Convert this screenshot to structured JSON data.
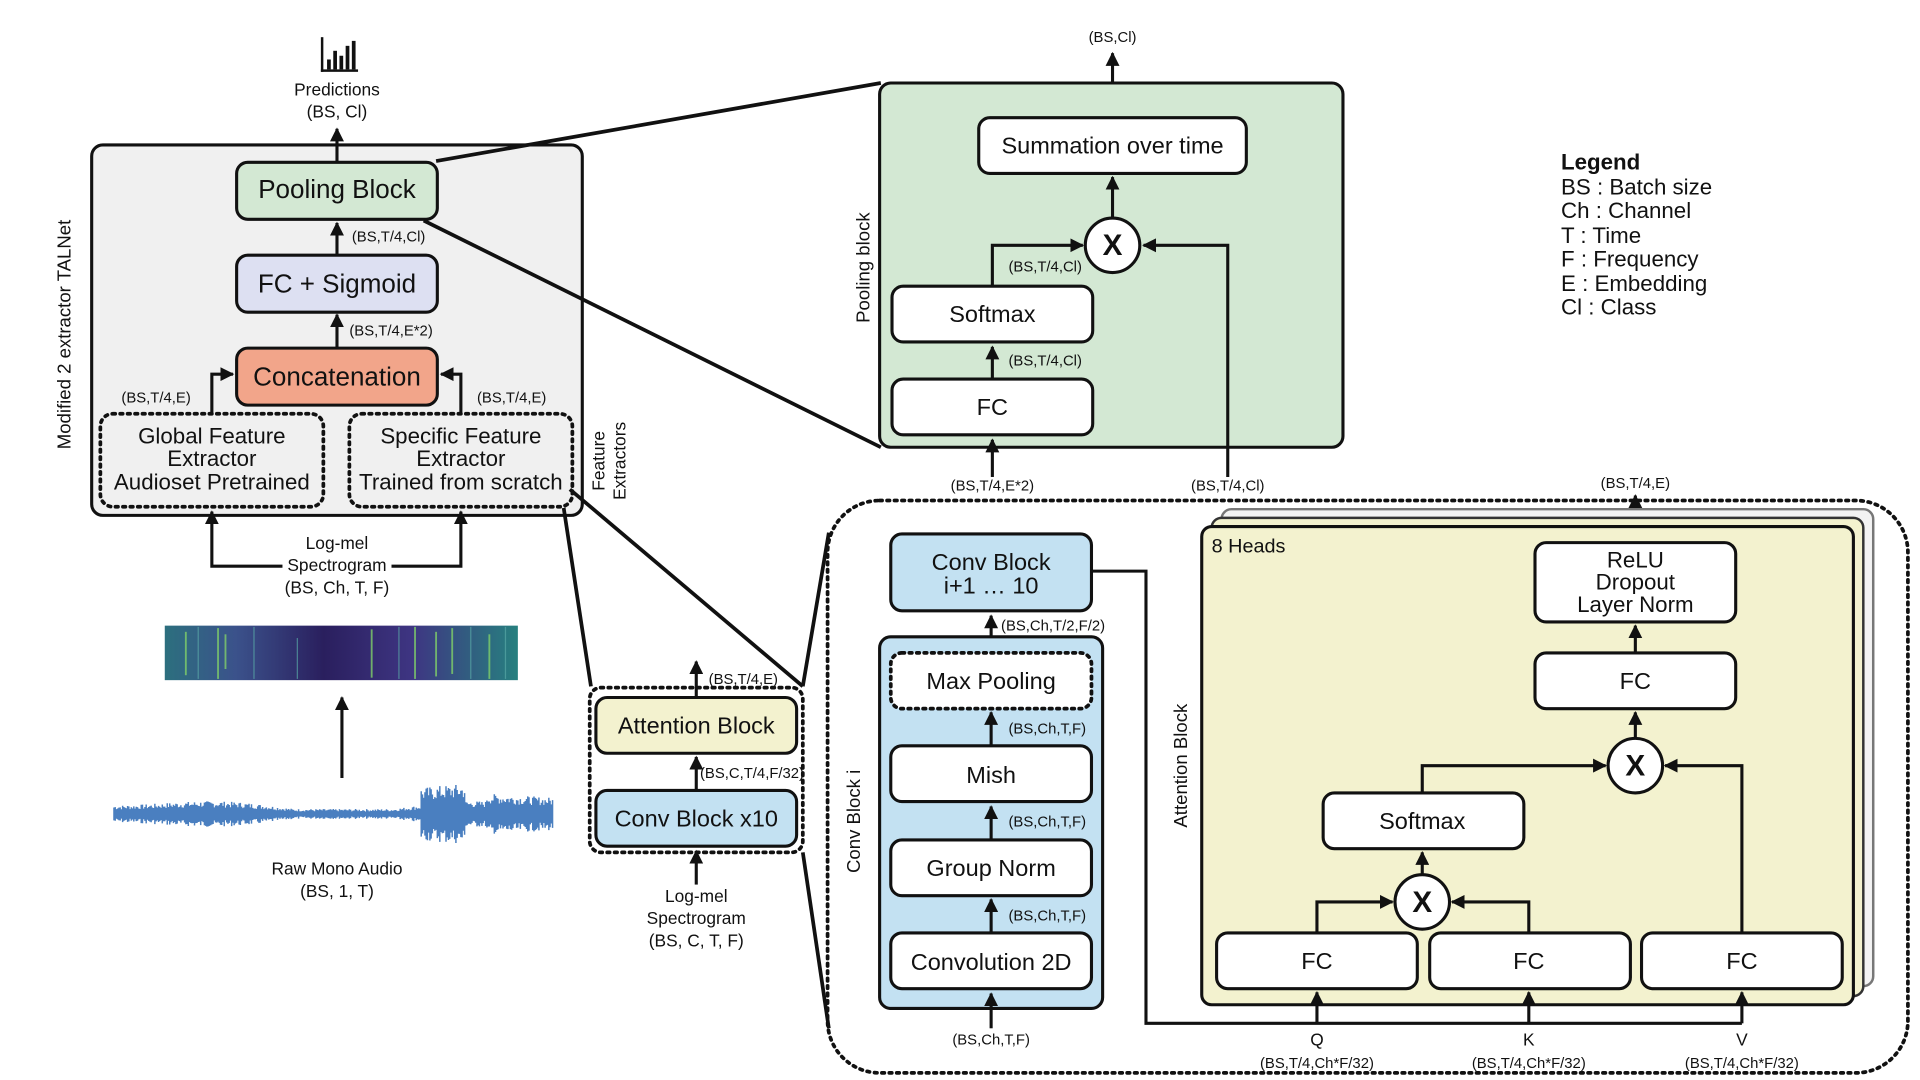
{
  "left": {
    "predictions_label": "Predictions",
    "predictions_shape": "(BS, Cl)",
    "panel_label": "Modified 2 extractor TALNet",
    "pooling_block": "Pooling Block",
    "shape_pool_in": "(BS,T/4,Cl)",
    "fc_sigmoid": "FC + Sigmoid",
    "shape_concat_out": "(BS,T/4,E*2)",
    "concatenation": "Concatenation",
    "shape_global_out": "(BS,T/4,E)",
    "shape_specific_out": "(BS,T/4,E)",
    "global_extractor": [
      "Global Feature",
      "Extractor",
      "Audioset Pretrained"
    ],
    "specific_extractor": [
      "Specific Feature",
      "Extractor",
      "Trained from scratch"
    ],
    "feature_extractors_label": [
      "Feature",
      "Extractors"
    ],
    "logmel": [
      "Log-mel",
      "Spectrogram",
      "(BS, Ch, T, F)"
    ],
    "raw_audio": [
      "Raw Mono Audio",
      "(BS, 1, T)"
    ]
  },
  "pooling": {
    "out_shape": "(BS,Cl)",
    "label": "Pooling block",
    "summation": "Summation over time",
    "x": "X",
    "shape_softmax_out": "(BS,T/4,Cl)",
    "softmax": "Softmax",
    "shape_fc_out": "(BS,T/4,Cl)",
    "fc": "FC",
    "in_left": "(BS,T/4,E*2)",
    "in_right": "(BS,T/4,Cl)"
  },
  "legend": {
    "title": "Legend",
    "items": [
      "BS : Batch size",
      "Ch : Channel",
      "T : Time",
      "F : Frequency",
      "E : Embedding",
      "Cl : Class"
    ]
  },
  "specific": {
    "shape_out": "(BS,T/4,E)",
    "attention_block": "Attention Block",
    "shape_mid": "(BS,C,T/4,F/32)",
    "conv_block_x10": "Conv Block x10",
    "logmel": [
      "Log-mel",
      "Spectrogram",
      "(BS, C, T, F)"
    ]
  },
  "conv": {
    "next": [
      "Conv Block",
      "i+1 … 10"
    ],
    "shape_next": "(BS,Ch,T/2,F/2)",
    "label": "Conv Block i",
    "max_pooling": "Max Pooling",
    "shape_mp": "(BS,Ch,T,F)",
    "mish": "Mish",
    "shape_mish": "(BS,Ch,T,F)",
    "group_norm": "Group Norm",
    "shape_gn": "(BS,Ch,T,F)",
    "conv2d": "Convolution 2D",
    "shape_in": "(BS,Ch,T,F)"
  },
  "attention": {
    "shape_out": "(BS,T/4,E)",
    "heads": "8 Heads",
    "label": "Attention Block",
    "relu_block": [
      "ReLU",
      "Dropout",
      "Layer Norm"
    ],
    "fc_top": "FC",
    "x_top": "X",
    "softmax": "Softmax",
    "x_bottom": "X",
    "fc_q": "FC",
    "fc_k": "FC",
    "fc_v": "FC",
    "q": "Q",
    "k": "K",
    "v": "V",
    "shape_q": "(BS,T/4,Ch*F/32)",
    "shape_k": "(BS,T/4,Ch*F/32)",
    "shape_v": "(BS,T/4,Ch*F/32)"
  },
  "colors": {
    "pooling_green": "#d3e8d3",
    "fc_lavender": "#dde0f2",
    "concat_salmon": "#f2a58a",
    "attention_yellow": "#f3f2cf",
    "conv_blue": "#c3e1f2",
    "panel_gray": "#f0f0f0",
    "waveform_blue": "#4a7fc0"
  }
}
